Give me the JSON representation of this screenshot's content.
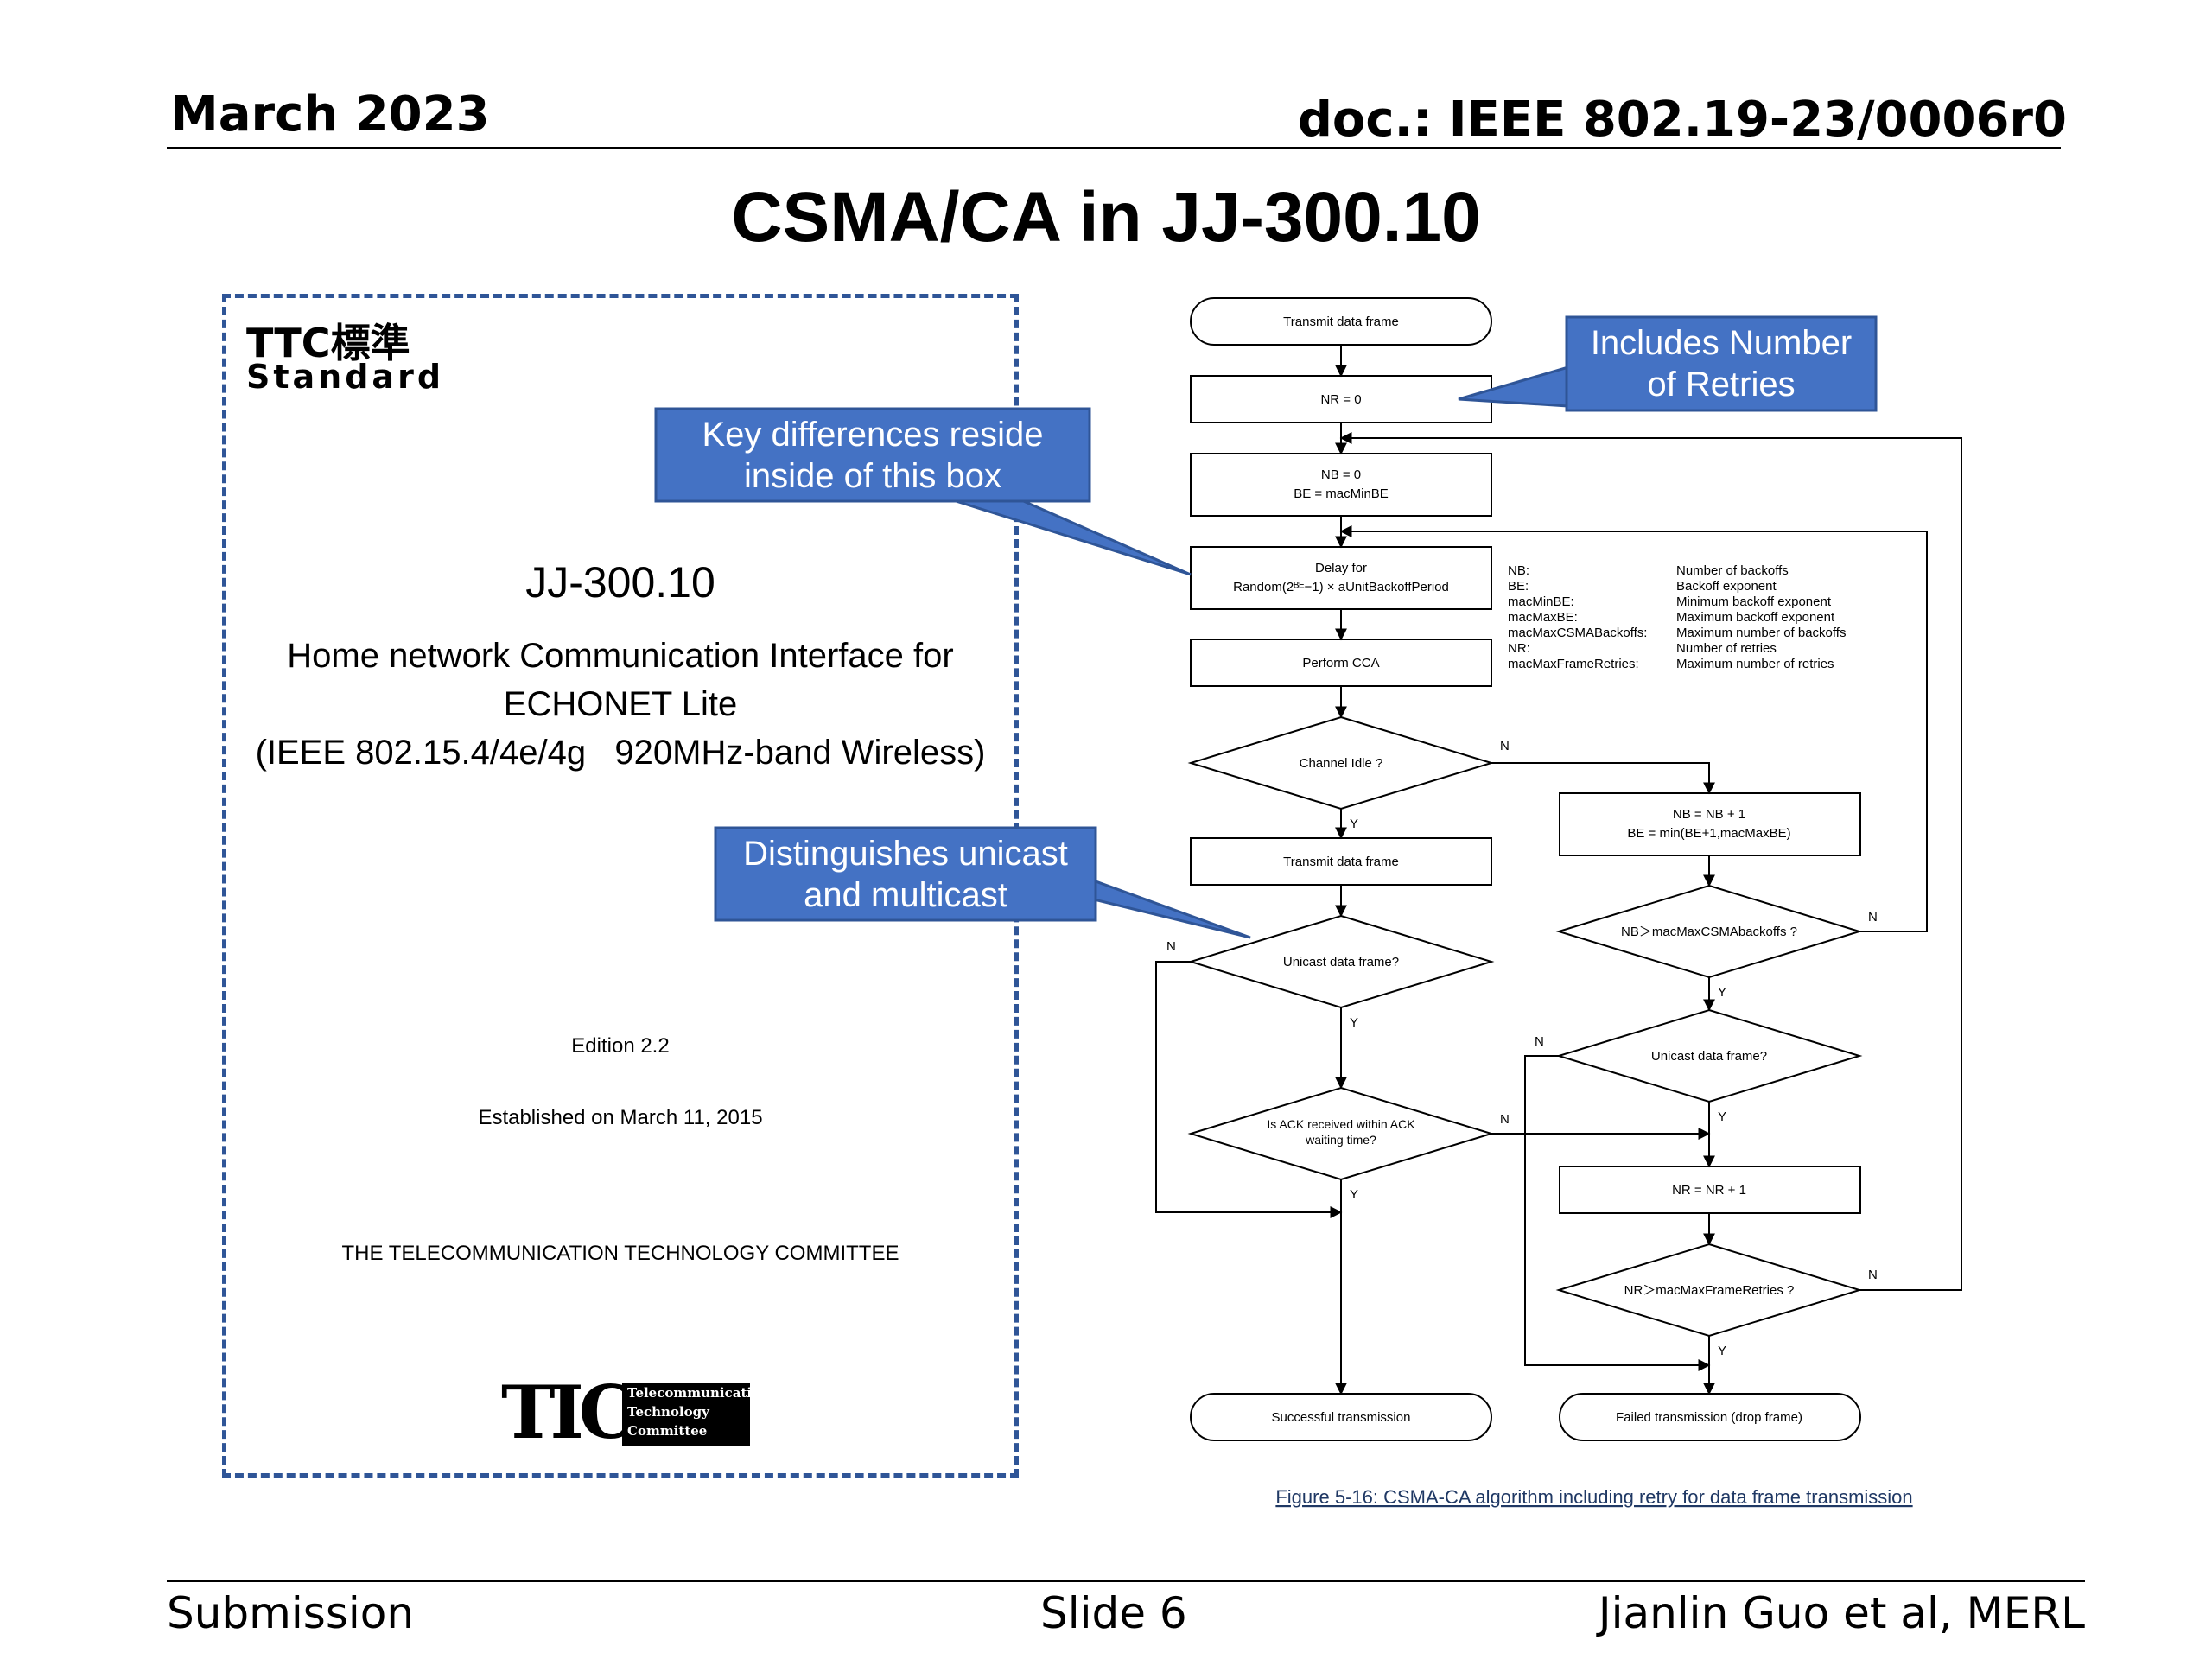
{
  "header": {
    "date": "March 2023",
    "doc": "doc.: IEEE 802.19-23/0006r0"
  },
  "title": "CSMA/CA in JJ-300.10",
  "cover": {
    "logo_top": "TTC標準",
    "logo_bottom": "Standard",
    "doc_number": "JJ-300.10",
    "desc_line1": "Home network Communication Interface for",
    "desc_line2": "ECHONET Lite",
    "desc_line3": "(IEEE 802.15.4/4e/4g   920MHz-band Wireless)",
    "edition": "Edition 2.2",
    "established": "Established on March 11, 2015",
    "committee": "THE TELECOMMUNICATION TECHNOLOGY COMMITTEE",
    "ttc_logo_text": [
      "Telecommunication",
      "Technology",
      "Committee"
    ]
  },
  "callouts": {
    "key": [
      "Key differences reside",
      "inside of this box"
    ],
    "retries": [
      "Includes Number",
      "of Retries"
    ],
    "unicast": [
      "Distinguishes unicast",
      "and multicast"
    ]
  },
  "flowchart": {
    "nodes": {
      "start": "Transmit data frame",
      "nr0": "NR = 0",
      "nb0": [
        "NB = 0",
        "BE = macMinBE"
      ],
      "delay": [
        "Delay for",
        "Random(2ᴮᴱ−1) × aUnitBackoffPeriod"
      ],
      "cca": "Perform CCA",
      "idle": "Channel Idle ?",
      "nbinc": [
        "NB = NB + 1",
        "BE = min(BE+1,macMaxBE)"
      ],
      "tx": "Transmit data frame",
      "nbmax": "NB＞macMaxCSMAbackoffs ?",
      "unicast1": "Unicast data frame?",
      "unicast2": "Unicast data frame?",
      "ack": [
        "Is ACK received within ACK",
        "waiting time?"
      ],
      "nrinc": "NR = NR + 1",
      "nrmax": "NR＞macMaxFrameRetries ?",
      "success": "Successful transmission",
      "failed": "Failed transmission (drop frame)"
    },
    "yes": "Y",
    "no": "N",
    "legend": [
      {
        "term": "NB:",
        "def": "Number of backoffs"
      },
      {
        "term": "BE:",
        "def": "Backoff exponent"
      },
      {
        "term": "macMinBE:",
        "def": "Minimum backoff exponent"
      },
      {
        "term": "macMaxBE:",
        "def": "Maximum backoff exponent"
      },
      {
        "term": "macMaxCSMABackoffs:",
        "def": "Maximum number of backoffs"
      },
      {
        "term": "NR:",
        "def": "Number of retries"
      },
      {
        "term": "macMaxFrameRetries:",
        "def": "Maximum number of retries"
      }
    ],
    "caption": "Figure 5-16: CSMA-CA algorithm including retry for data frame transmission"
  },
  "footer": {
    "left": "Submission",
    "center": "Slide 6",
    "right": "Jianlin Guo et al, MERL"
  },
  "colors": {
    "callout_fill": "#4472c4",
    "callout_border": "#2f5597",
    "cover_border": "#2f5597"
  }
}
